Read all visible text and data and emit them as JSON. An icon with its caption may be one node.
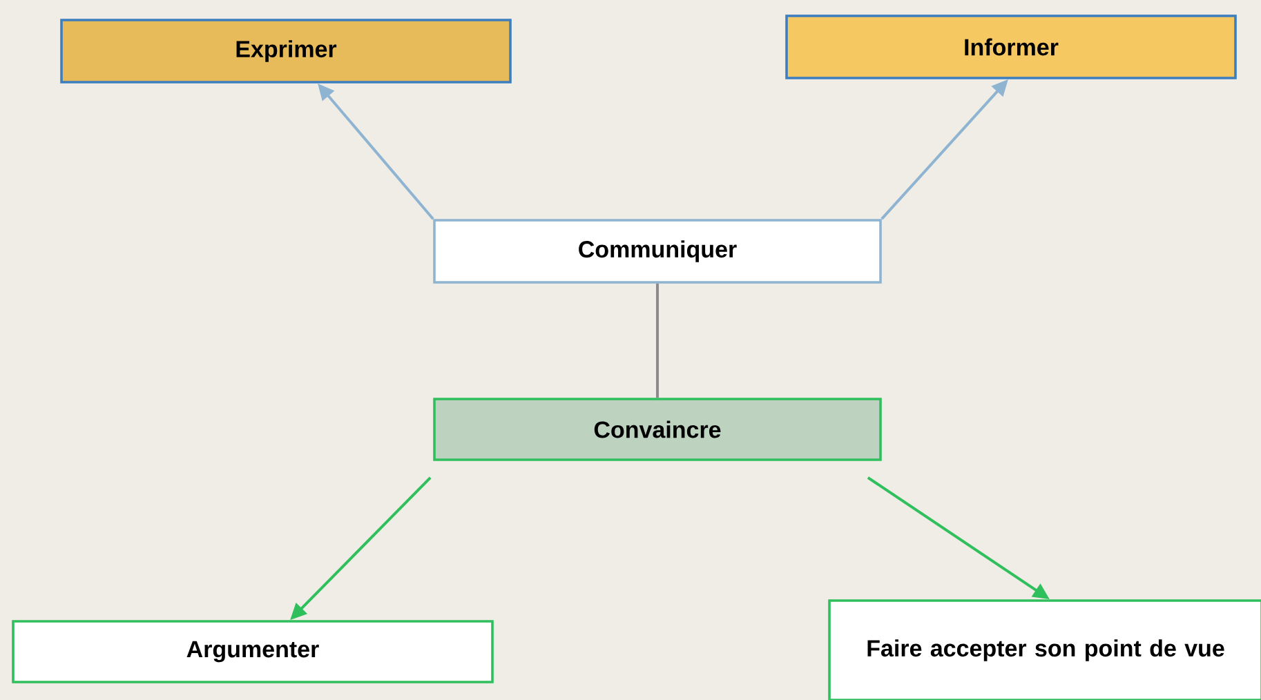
{
  "diagram": {
    "nodes": [
      {
        "text": [
          "Exprimer"
        ]
      },
      {
        "text": [
          "Informer"
        ]
      },
      {
        "text": [
          "Communiquer"
        ]
      },
      {
        "text": [
          "Convaincre"
        ]
      },
      {
        "text": [
          "Argumenter"
        ]
      },
      {
        "text": [
          "Faire accepter son point de vue"
        ]
      }
    ],
    "edges": [
      {
        "from": 2,
        "to": 0,
        "arrow": "to",
        "color": "#8fb4d2"
      },
      {
        "from": 2,
        "to": 1,
        "arrow": "to",
        "color": "#8fb4d2"
      },
      {
        "from": 2,
        "to": 3,
        "arrow": "none",
        "color": "#8c8c8c"
      },
      {
        "from": 3,
        "to": 4,
        "arrow": "to",
        "color": "#2fbf5c"
      },
      {
        "from": 3,
        "to": 5,
        "arrow": "to",
        "color": "#2fbf5c"
      }
    ]
  }
}
